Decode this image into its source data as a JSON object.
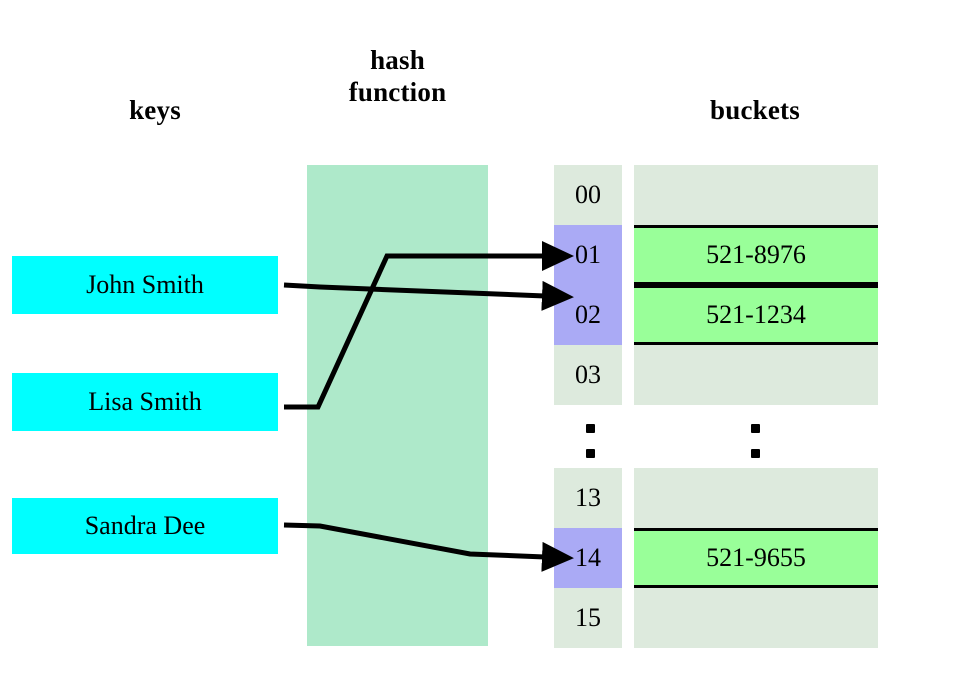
{
  "diagram": {
    "title": "hash table diagram",
    "headings": {
      "keys": "keys",
      "hash_function": "hash\nfunction",
      "buckets": "buckets"
    },
    "keys": [
      {
        "label": "John Smith",
        "maps_to_index": "02"
      },
      {
        "label": "Lisa Smith",
        "maps_to_index": "01"
      },
      {
        "label": "Sandra Dee",
        "maps_to_index": "14"
      }
    ],
    "index_groups": [
      {
        "indices": [
          {
            "label": "00",
            "state": "empty"
          },
          {
            "label": "01",
            "state": "filled"
          },
          {
            "label": "02",
            "state": "filled"
          },
          {
            "label": "03",
            "state": "empty"
          }
        ]
      },
      {
        "indices": [
          {
            "label": "13",
            "state": "empty"
          },
          {
            "label": "14",
            "state": "filled"
          },
          {
            "label": "15",
            "state": "empty"
          }
        ]
      }
    ],
    "bucket_groups": [
      {
        "buckets": [
          {
            "value": "",
            "state": "empty"
          },
          {
            "value": "521-8976",
            "state": "filled"
          },
          {
            "value": "521-1234",
            "state": "filled"
          },
          {
            "value": "",
            "state": "empty"
          }
        ]
      },
      {
        "buckets": [
          {
            "value": "",
            "state": "empty"
          },
          {
            "value": "521-9655",
            "state": "filled"
          },
          {
            "value": "",
            "state": "empty"
          }
        ]
      }
    ],
    "ellipsis": {
      "index_column": ":",
      "bucket_column": ":"
    },
    "colors": {
      "key_box": "#00ffff",
      "hash_band": "#aee9ca",
      "index_empty": "#ddeadd",
      "index_filled": "#aaaaf5",
      "bucket_empty": "#ddeadd",
      "bucket_filled": "#99ff99",
      "outline": "#000000",
      "background": "#ffffff"
    }
  }
}
